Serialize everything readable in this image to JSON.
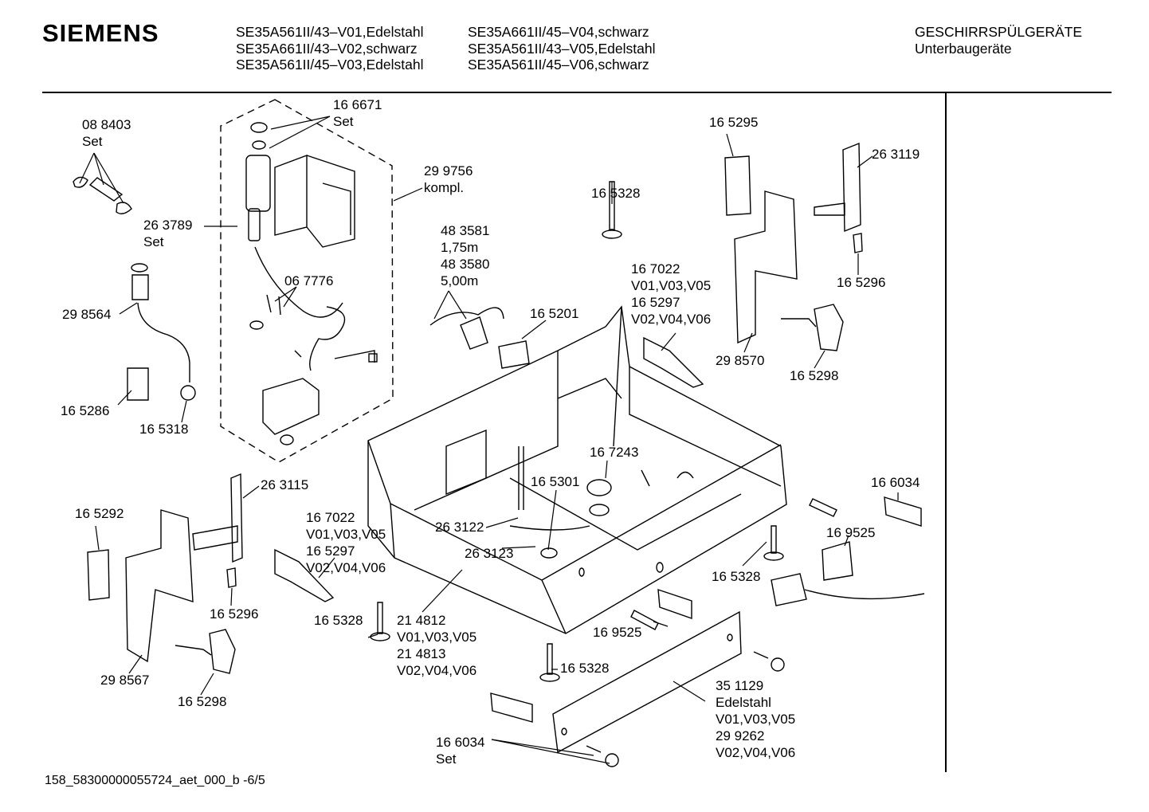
{
  "header": {
    "brand": "SIEMENS",
    "models_col1": [
      "SE35A561II/43–V01,Edelstahl",
      "SE35A661II/43–V02,schwarz",
      "SE35A561II/45–V03,Edelstahl"
    ],
    "models_col2": [
      "SE35A661II/45–V04,schwarz",
      "SE35A561II/43–V05,Edelstahl",
      "SE35A561II/45–V06,schwarz"
    ],
    "category": "GESCHIRRSPÜLGERÄTE",
    "subcategory": "Unterbaugeräte"
  },
  "labels": [
    {
      "id": "p-088403",
      "lines": [
        "08 8403",
        "Set"
      ]
    },
    {
      "id": "p-166671",
      "lines": [
        "16 6671",
        "Set"
      ]
    },
    {
      "id": "p-299756",
      "lines": [
        "29 9756",
        "kompl."
      ]
    },
    {
      "id": "p-263789",
      "lines": [
        "26 3789",
        "Set"
      ]
    },
    {
      "id": "p-298564",
      "lines": [
        "29 8564"
      ]
    },
    {
      "id": "p-067776",
      "lines": [
        "06 7776"
      ]
    },
    {
      "id": "p-165286",
      "lines": [
        "16 5286"
      ]
    },
    {
      "id": "p-165318",
      "lines": [
        "16 5318"
      ]
    },
    {
      "id": "p-483581",
      "lines": [
        "48 3581",
        "1,75m",
        "48 3580",
        "5,00m"
      ]
    },
    {
      "id": "p-165201",
      "lines": [
        "16 5201"
      ]
    },
    {
      "id": "p-165328-top",
      "lines": [
        "16 5328"
      ]
    },
    {
      "id": "p-165295",
      "lines": [
        "16 5295"
      ]
    },
    {
      "id": "p-263119",
      "lines": [
        "26 3119"
      ]
    },
    {
      "id": "p-165296-r",
      "lines": [
        "16 5296"
      ]
    },
    {
      "id": "p-167022-r",
      "lines": [
        "16 7022",
        "V01,V03,V05",
        "16 5297",
        "V02,V04,V06"
      ]
    },
    {
      "id": "p-298570",
      "lines": [
        "29 8570"
      ]
    },
    {
      "id": "p-165298-r",
      "lines": [
        "16 5298"
      ]
    },
    {
      "id": "p-167243",
      "lines": [
        "16 7243"
      ]
    },
    {
      "id": "p-165301",
      "lines": [
        "16 5301"
      ]
    },
    {
      "id": "p-263122",
      "lines": [
        "26 3122"
      ]
    },
    {
      "id": "p-263123",
      "lines": [
        "26 3123"
      ]
    },
    {
      "id": "p-263115",
      "lines": [
        "26 3115"
      ]
    },
    {
      "id": "p-165292",
      "lines": [
        "16 5292"
      ]
    },
    {
      "id": "p-167022-l",
      "lines": [
        "16 7022",
        "V01,V03,V05",
        "16 5297",
        "V02,V04,V06"
      ]
    },
    {
      "id": "p-165296-l",
      "lines": [
        "16 5296"
      ]
    },
    {
      "id": "p-298567",
      "lines": [
        "29 8567"
      ]
    },
    {
      "id": "p-165298-l",
      "lines": [
        "16 5298"
      ]
    },
    {
      "id": "p-165328-left",
      "lines": [
        "16 5328"
      ]
    },
    {
      "id": "p-214812",
      "lines": [
        "21 4812",
        "V01,V03,V05",
        "21 4813",
        "V02,V04,V06"
      ]
    },
    {
      "id": "p-165328-bottom",
      "lines": [
        "16 5328"
      ]
    },
    {
      "id": "p-166034-set",
      "lines": [
        "16 6034",
        "Set"
      ]
    },
    {
      "id": "p-351129",
      "lines": [
        "35 1129",
        "Edelstahl",
        "V01,V03,V05",
        "29 9262",
        "V02,V04,V06"
      ]
    },
    {
      "id": "p-169525-mid",
      "lines": [
        "16 9525"
      ]
    },
    {
      "id": "p-165328-right",
      "lines": [
        "16 5328"
      ]
    },
    {
      "id": "p-169525-r",
      "lines": [
        "16 9525"
      ]
    },
    {
      "id": "p-166034-r",
      "lines": [
        "16 6034"
      ]
    }
  ],
  "footer": "158_58300000055724_aet_000_b -6/5"
}
